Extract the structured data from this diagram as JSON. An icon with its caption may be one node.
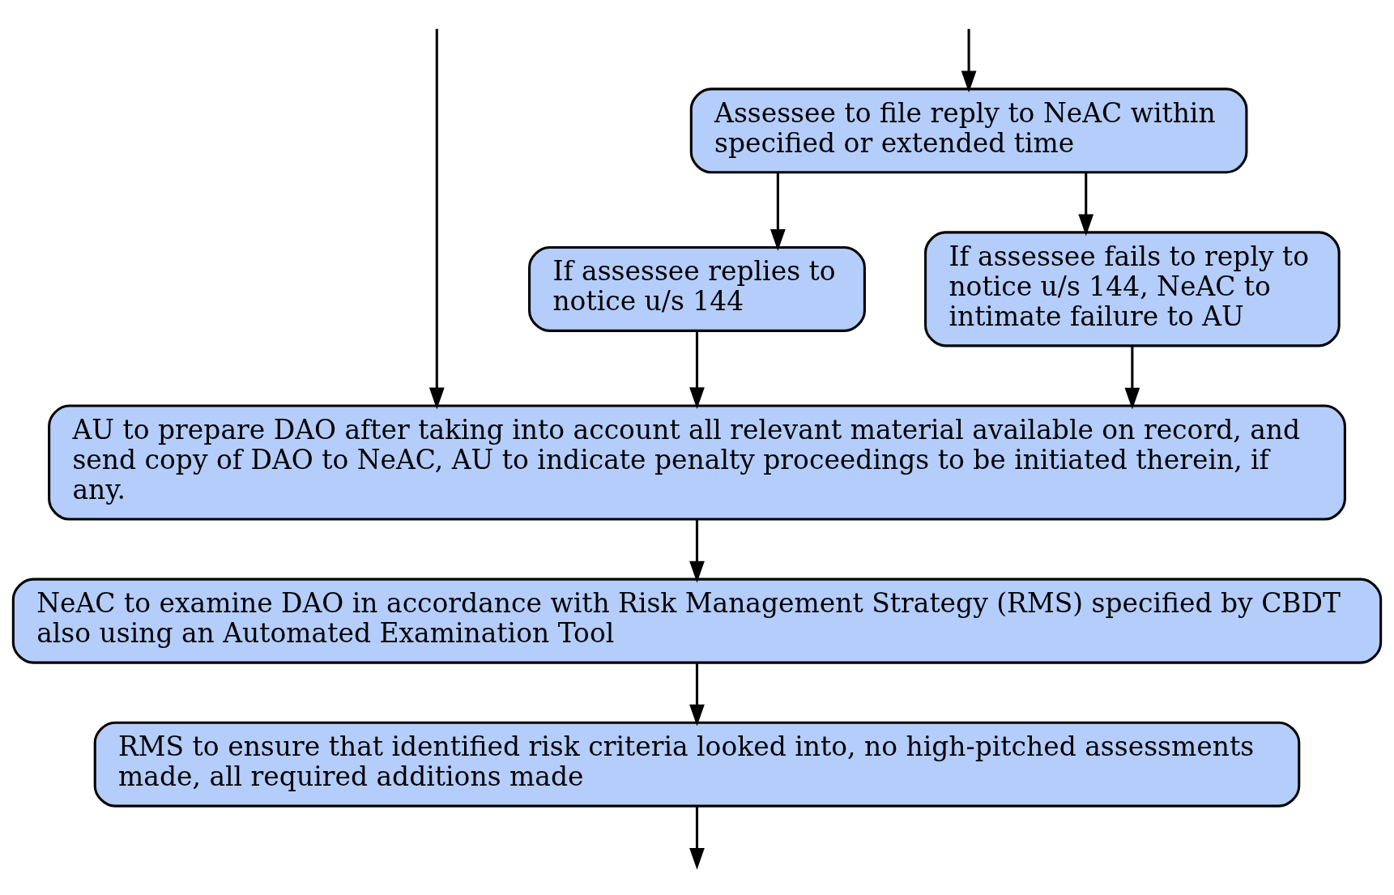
{
  "diagram": {
    "nodes": [
      {
        "text": [
          "Assessee to file reply to NeAC within specified or extended time"
        ]
      },
      {
        "text": [
          "If assessee replies to notice u/s 144"
        ]
      },
      {
        "text": [
          "If assessee fails to reply to notice u/s 144, NeAC to intimate failure to AU"
        ]
      },
      {
        "text": [
          "AU to prepare DAO after taking into account all relevant material available on record, and send copy of DAO to NeAC, AU to indicate penalty proceedings to be initiated therein, if any."
        ]
      },
      {
        "text": [
          "NeAC to examine DAO in accordance with Risk Management Strategy (RMS) specified by CBDT also using an Automated Examination Tool"
        ]
      },
      {
        "text": [
          "RMS to ensure that identified risk criteria looked into, no high-pitched assessments made, all required additions made"
        ]
      }
    ],
    "edges": [
      {
        "from": null,
        "to": 0,
        "arrow": "to"
      },
      {
        "from": 0,
        "to": 1,
        "arrow": "to"
      },
      {
        "from": 0,
        "to": 2,
        "arrow": "to"
      },
      {
        "from": null,
        "to": 3,
        "arrow": "to"
      },
      {
        "from": 1,
        "to": 3,
        "arrow": "to"
      },
      {
        "from": 2,
        "to": 3,
        "arrow": "to"
      },
      {
        "from": 3,
        "to": 4,
        "arrow": "to"
      },
      {
        "from": 4,
        "to": 5,
        "arrow": "to"
      },
      {
        "from": 5,
        "to": null,
        "arrow": "to"
      }
    ]
  }
}
